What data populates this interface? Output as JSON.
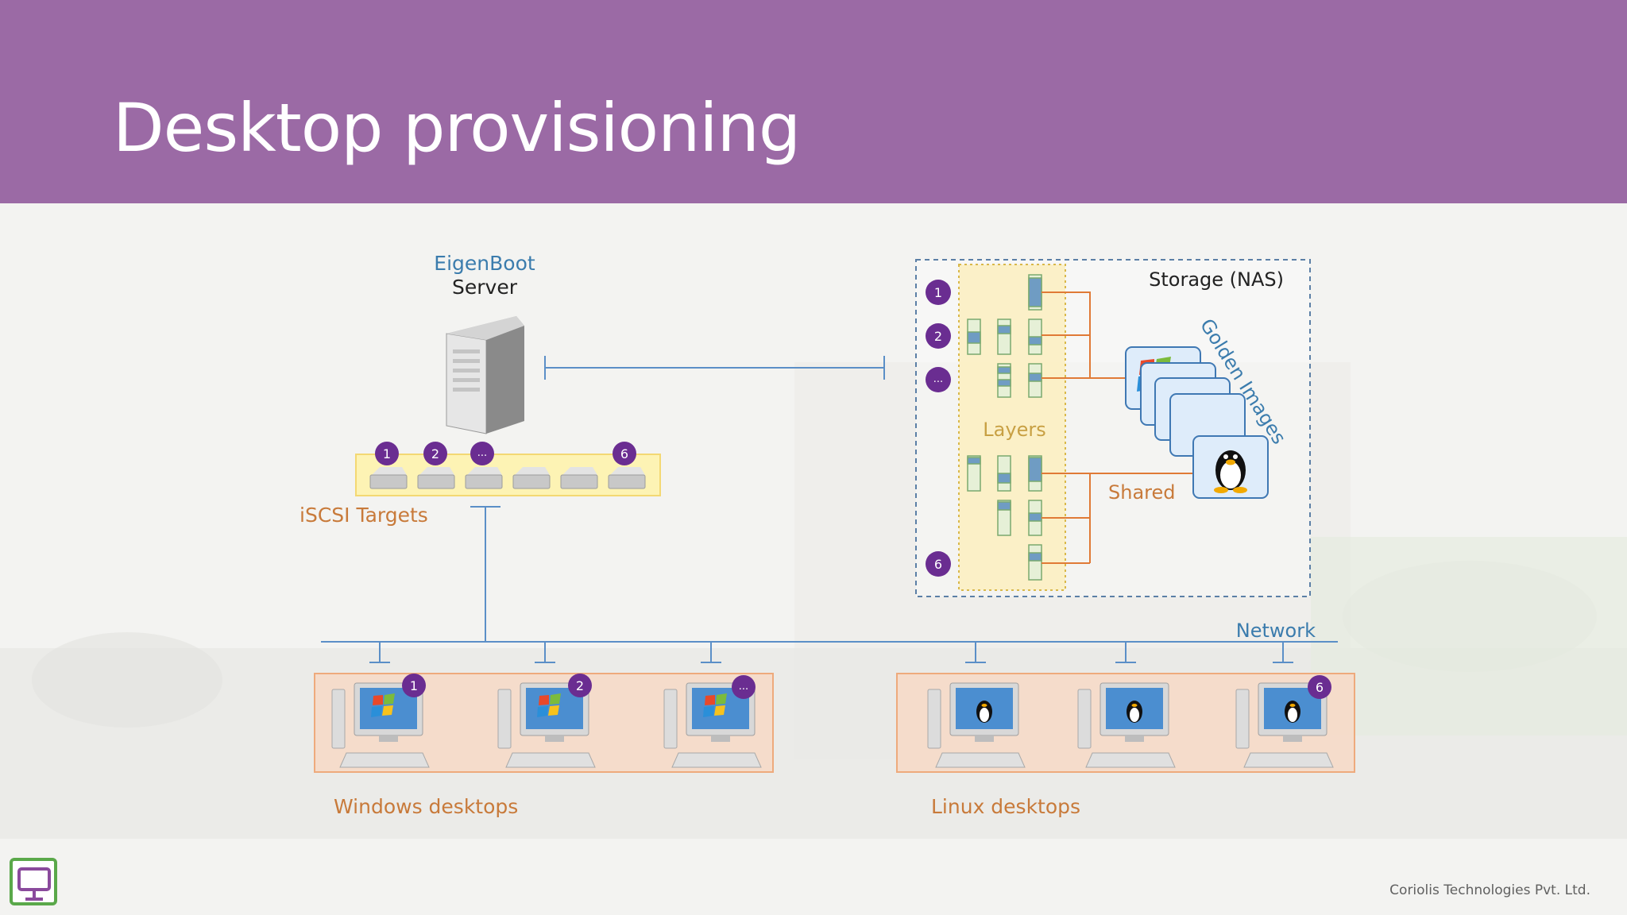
{
  "slide": {
    "title": "Desktop provisioning"
  },
  "server": {
    "brand": "EigenBoot",
    "label": "Server"
  },
  "iscsi": {
    "label": "iSCSI Targets",
    "badges": [
      "1",
      "2",
      "...",
      "6"
    ]
  },
  "storage": {
    "title": "Storage (NAS)",
    "layers_label": "Layers",
    "golden_label": "Golden Images",
    "shared_label": "Shared",
    "badges": [
      "1",
      "2",
      "...",
      "6"
    ]
  },
  "network": {
    "label": "Network"
  },
  "windows": {
    "label": "Windows desktops",
    "badges": [
      "1",
      "2",
      "..."
    ]
  },
  "linux": {
    "label": "Linux desktops",
    "badges": [
      "6"
    ]
  },
  "footer": {
    "company": "Coriolis Technologies Pvt. Ltd."
  },
  "colors": {
    "header": "#9b6aa5",
    "badge": "#6a2d91",
    "orange": "#e07a36",
    "blue_line": "#5b8fc7",
    "layers_box": "#fbefc0",
    "tray": "#fdf3b4"
  }
}
